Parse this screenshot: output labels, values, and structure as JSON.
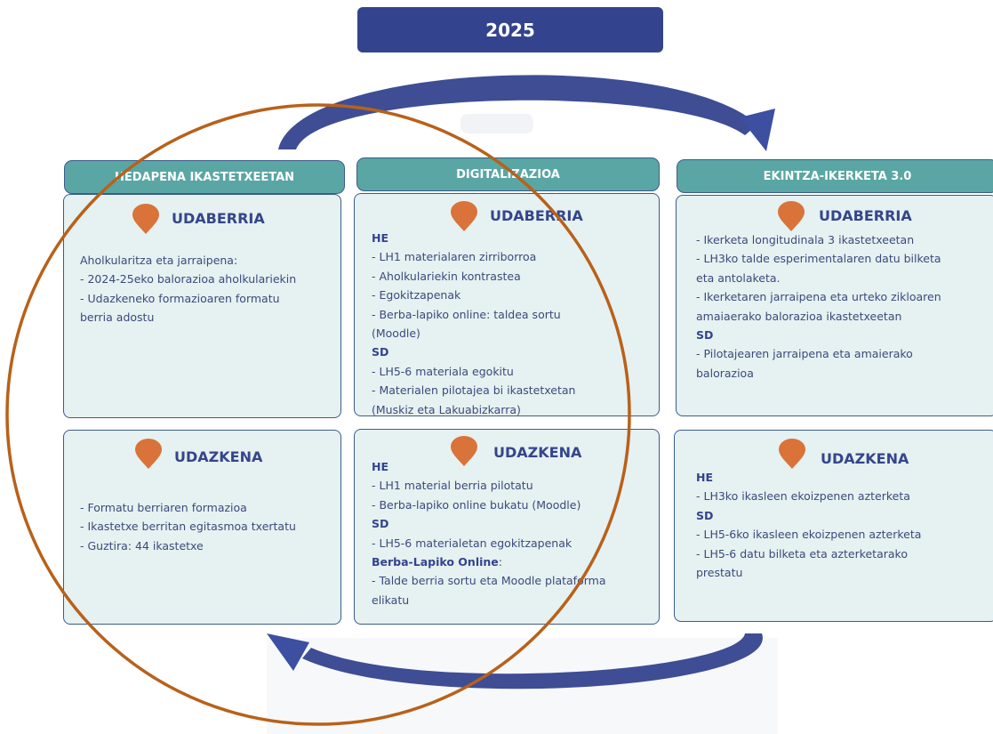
{
  "year": "2025",
  "columns": [
    {
      "header": "HEDAPENA IKASTETXEETAN",
      "udaberria": {
        "title": "UDABERRIA",
        "lines": [
          {
            "t": "Aholkularitza eta jarraipena:",
            "b": false
          },
          {
            "t": "- 2024-25eko balorazioa aholkulariekin",
            "b": false
          },
          {
            "t": "- Udazkeneko formazioaren formatu",
            "b": false
          },
          {
            "t": "berria adostu",
            "b": false
          }
        ]
      },
      "udazkena": {
        "title": "UDAZKENA",
        "lines": [
          {
            "t": "- Formatu berriaren formazioa",
            "b": false
          },
          {
            "t": "- Ikastetxe berritan egitasmoa txertatu",
            "b": false
          },
          {
            "t": "- Guztira: 44 ikastetxe",
            "b": false
          }
        ]
      }
    },
    {
      "header": "DIGITALIZAZIOA",
      "udaberria": {
        "title": "UDABERRIA",
        "lines": [
          {
            "t": "HE",
            "b": true
          },
          {
            "t": "- LH1 materialaren zirriborroa",
            "b": false
          },
          {
            "t": "- Aholkulariekin kontrastea",
            "b": false
          },
          {
            "t": "- Egokitzapenak",
            "b": false
          },
          {
            "t": "- Berba-lapiko online: taldea sortu",
            "b": false
          },
          {
            "t": "(Moodle)",
            "b": false
          },
          {
            "t": "SD",
            "b": true
          },
          {
            "t": "- LH5-6 materiala egokitu",
            "b": false
          },
          {
            "t": "- Materialen pilotajea bi ikastetxetan",
            "b": false
          },
          {
            "t": "(Muskiz eta Lakuabizkarra)",
            "b": false
          }
        ]
      },
      "udazkena": {
        "title": "UDAZKENA",
        "lines": [
          {
            "t": "HE",
            "b": true
          },
          {
            "t": "- LH1 material berria pilotatu",
            "b": false
          },
          {
            "t": "- Berba-lapiko online bukatu (Moodle)",
            "b": false
          },
          {
            "t": "SD",
            "b": true
          },
          {
            "t": "- LH5-6 materialetan egokitzapenak",
            "b": false
          },
          {
            "t": "Berba-Lapiko Online",
            "b": true,
            "suffix": ":"
          },
          {
            "t": "- Talde berria sortu eta Moodle plataforma",
            "b": false
          },
          {
            "t": "elikatu",
            "b": false
          }
        ]
      }
    },
    {
      "header": "EKINTZA-IKERKETA 3.0",
      "udaberria": {
        "title": "UDABERRIA",
        "lines": [
          {
            "t": "- Ikerketa longitudinala 3 ikastetxeetan",
            "b": false
          },
          {
            "t": "- LH3ko talde esperimentalaren datu bilketa",
            "b": false
          },
          {
            "t": "eta antolaketa.",
            "b": false
          },
          {
            "t": "- Ikerketaren jarraipena eta urteko zikloaren",
            "b": false
          },
          {
            "t": "amaiaerako balorazioa ikastetxeetan",
            "b": false
          },
          {
            "t": "SD",
            "b": true
          },
          {
            "t": "- Pilotajearen jarraipena eta amaierako",
            "b": false
          },
          {
            "t": "balorazioa",
            "b": false
          }
        ]
      },
      "udazkena": {
        "title": "UDAZKENA",
        "lines": [
          {
            "t": "HE",
            "b": true
          },
          {
            "t": "- LH3ko ikasleen ekoizpenen azterketa",
            "b": false
          },
          {
            "t": "SD",
            "b": true
          },
          {
            "t": "- LH5-6ko ikasleen ekoizpenen azterketa",
            "b": false
          },
          {
            "t": "- LH5-6 datu bilketa eta azterketarako",
            "b": false
          },
          {
            "t": "prestatu",
            "b": false
          }
        ]
      }
    }
  ],
  "colors": {
    "header_bg": "#5aa6a4",
    "box_bg": "#e6f1f1",
    "navy": "#34438e",
    "pin": "#d9733a",
    "circle": "#b8611a"
  }
}
